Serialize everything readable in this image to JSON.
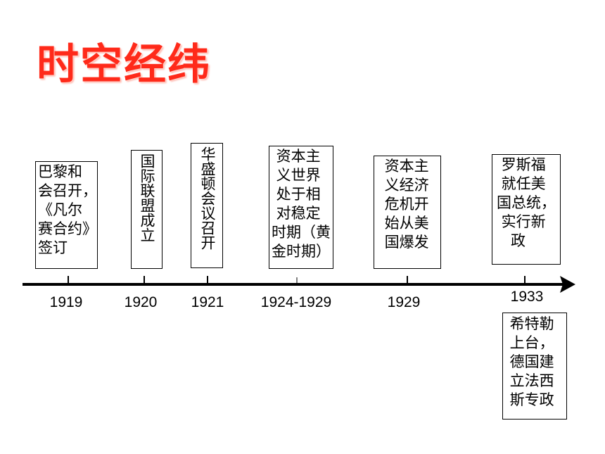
{
  "title": "时空经纬",
  "events": [
    {
      "year": "1919",
      "text": "巴黎和\n会召开，\n《凡尔\n赛合约》\n签订"
    },
    {
      "year": "1920",
      "text": "国际联盟成立"
    },
    {
      "year": "1921",
      "text": "华盛顿会议召开"
    },
    {
      "year": "1924-1929",
      "text": " 资本主\n 义世界\n 处于相\n 对稳定\n时期（黄\n金时期）"
    },
    {
      "year": "1929",
      "text": " 资本主\n 义经济\n 危机开\n 始从美\n 国爆发"
    },
    {
      "year": "1933",
      "text": " 罗斯福\n 就任美\n国总统，\n 实行新\n   政"
    },
    {
      "year": "1933",
      "text": " 希特勒\n 上台，\n 德国建\n 立法西\n 斯专政"
    }
  ]
}
